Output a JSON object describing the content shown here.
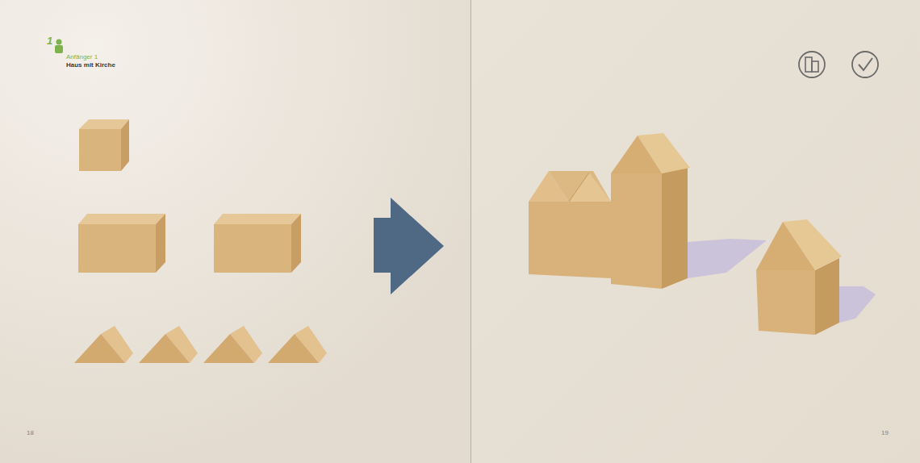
{
  "diagram": {
    "title": "Haus mit Kirche",
    "labels": [
      "1",
      "Anfänger 1",
      "18",
      "19"
    ]
  }
}
